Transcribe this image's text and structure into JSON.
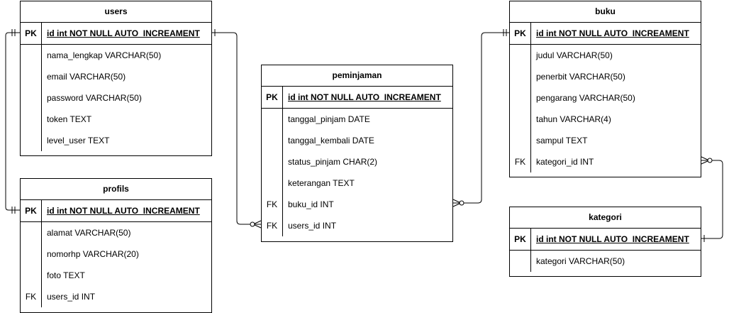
{
  "entities": {
    "users": {
      "title": "users",
      "rows": [
        {
          "key": "PK",
          "field": "id int NOT NULL AUTO_INCREAMENT"
        },
        {
          "key": "",
          "field": "nama_lengkap VARCHAR(50)"
        },
        {
          "key": "",
          "field": "email VARCHAR(50)"
        },
        {
          "key": "",
          "field": "password VARCHAR(50)"
        },
        {
          "key": "",
          "field": "token TEXT"
        },
        {
          "key": "",
          "field": "level_user TEXT"
        }
      ]
    },
    "profils": {
      "title": "profils",
      "rows": [
        {
          "key": "PK",
          "field": "id int NOT NULL AUTO_INCREAMENT"
        },
        {
          "key": "",
          "field": "alamat VARCHAR(50)"
        },
        {
          "key": "",
          "field": "nomorhp VARCHAR(20)"
        },
        {
          "key": "",
          "field": "foto TEXT"
        },
        {
          "key": "FK",
          "field": "users_id INT"
        }
      ]
    },
    "peminjaman": {
      "title": "peminjaman",
      "rows": [
        {
          "key": "PK",
          "field": "id int NOT NULL AUTO_INCREAMENT"
        },
        {
          "key": "",
          "field": "tanggal_pinjam DATE"
        },
        {
          "key": "",
          "field": "tanggal_kembali DATE"
        },
        {
          "key": "",
          "field": "status_pinjam CHAR(2)"
        },
        {
          "key": "",
          "field": "keterangan TEXT"
        },
        {
          "key": "FK",
          "field": "buku_id INT"
        },
        {
          "key": "FK",
          "field": "users_id INT"
        }
      ]
    },
    "buku": {
      "title": "buku",
      "rows": [
        {
          "key": "PK",
          "field": "id int NOT NULL AUTO_INCREAMENT"
        },
        {
          "key": "",
          "field": "judul VARCHAR(50)"
        },
        {
          "key": "",
          "field": "penerbit VARCHAR(50)"
        },
        {
          "key": "",
          "field": "pengarang VARCHAR(50)"
        },
        {
          "key": "",
          "field": "tahun VARCHAR(4)"
        },
        {
          "key": "",
          "field": "sampul TEXT"
        },
        {
          "key": "FK",
          "field": "kategori_id INT"
        }
      ]
    },
    "kategori": {
      "title": "kategori",
      "rows": [
        {
          "key": "PK",
          "field": "id int NOT NULL AUTO_INCREAMENT"
        },
        {
          "key": "",
          "field": "kategori VARCHAR(50)"
        }
      ]
    }
  }
}
